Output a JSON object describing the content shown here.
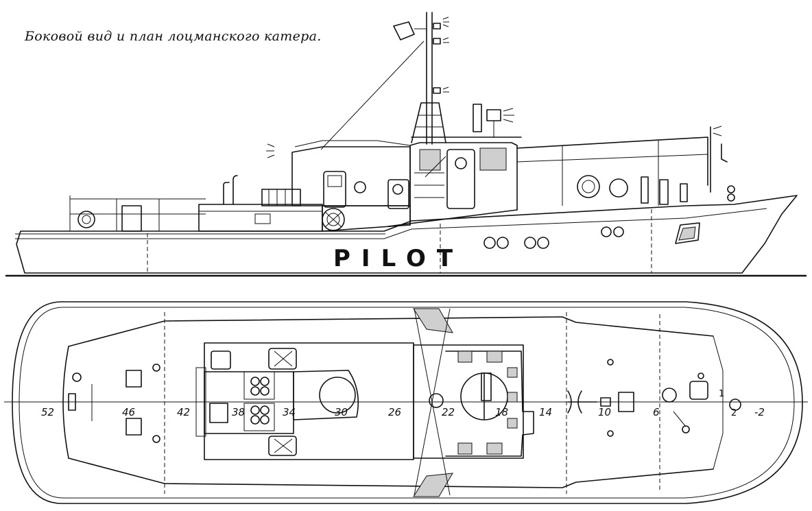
{
  "caption": "Боковой вид и план лоцманского катера.",
  "hull_label": "PILOT",
  "plan_numbers": [
    "1",
    "2"
  ],
  "frame_labels": [
    "52",
    "46",
    "42",
    "38",
    "34",
    "30",
    "26",
    "22",
    "18",
    "14",
    "10",
    "6",
    "-2"
  ]
}
